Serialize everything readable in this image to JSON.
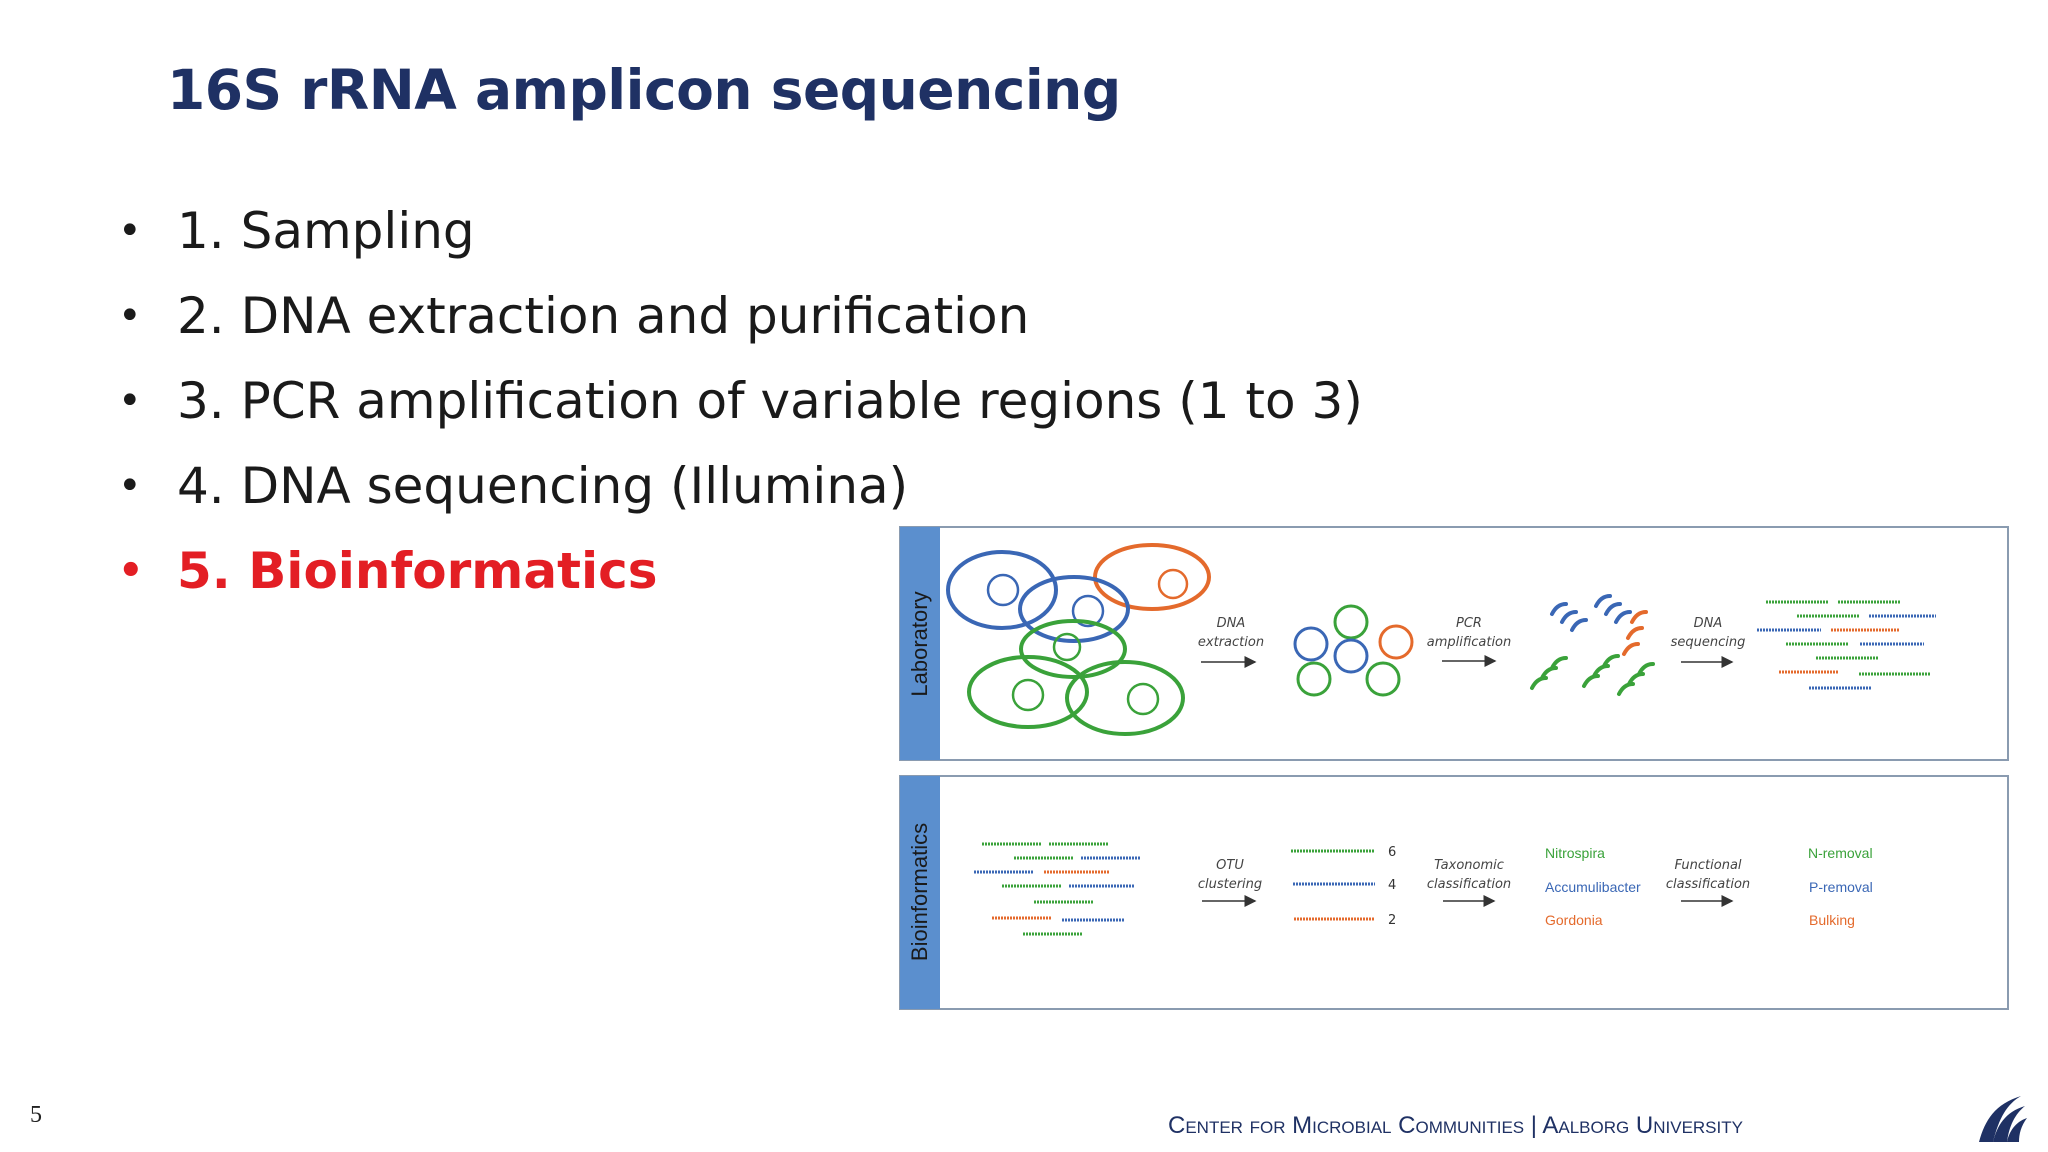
{
  "slide": {
    "title": "16S rRNA amplicon sequencing",
    "bullets": [
      "1. Sampling",
      "2. DNA extraction and purification",
      "3. PCR amplification of variable regions (1 to 3)",
      "4. DNA sequencing (Illumina)",
      "5. Bioinformatics"
    ],
    "highlight_color": "#e31e24",
    "page_number": "5",
    "footer": "Center for Microbial Communities | Aalborg University"
  },
  "figure": {
    "lab_panel_label": "Laboratory",
    "bio_panel_label": "Bioinformatics",
    "step_dna_extraction": [
      "DNA",
      "extraction"
    ],
    "step_pcr": [
      "PCR",
      "amplification"
    ],
    "step_dna_sequencing": [
      "DNA",
      "sequencing"
    ],
    "step_otu": [
      "OTU",
      "clustering"
    ],
    "step_taxonomic": [
      "Taxonomic",
      "classification"
    ],
    "step_functional": [
      "Functional",
      "classification"
    ],
    "otu_counts": [
      "6",
      "4",
      "2"
    ],
    "taxa": [
      "Nitrospira",
      "Accumulibacter",
      "Gordonia"
    ],
    "functions": [
      "N-removal",
      "P-removal",
      "Bulking"
    ],
    "colors": {
      "green": "#3aa23a",
      "blue": "#3a67b5",
      "orange": "#e46a2c",
      "panel_bar": "#5b8fce"
    }
  }
}
